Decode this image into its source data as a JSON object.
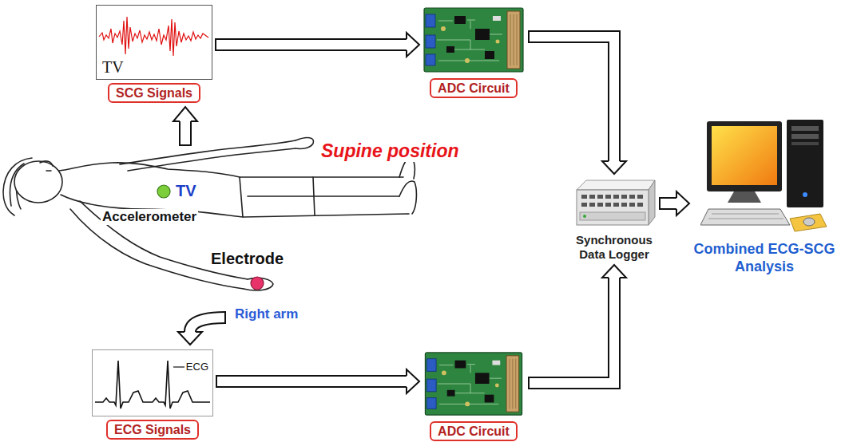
{
  "diagram": {
    "nodes": [
      {
        "text": [
          "TV",
          "SCG Signals"
        ]
      },
      {
        "text": [
          "ADC Circuit"
        ]
      },
      {
        "text": [
          "Synchronous Data Logger"
        ]
      },
      {
        "text": [
          "Combined ECG-SCG Analysis"
        ]
      },
      {
        "text": [
          "ECG",
          "ECG Signals"
        ]
      },
      {
        "text": [
          "ADC Circuit"
        ]
      }
    ],
    "edges": [
      {
        "from": 0,
        "to": 1,
        "arrow": "to"
      },
      {
        "from": 1,
        "to": 2,
        "arrow": "to"
      },
      {
        "from": 4,
        "to": 5,
        "arrow": "to"
      },
      {
        "from": 5,
        "to": 2,
        "arrow": "to"
      },
      {
        "from": 2,
        "to": 3,
        "arrow": "to"
      }
    ],
    "labels": [
      "Supine position",
      "TV",
      "Accelerometer",
      "Electrode",
      "Right arm"
    ]
  }
}
